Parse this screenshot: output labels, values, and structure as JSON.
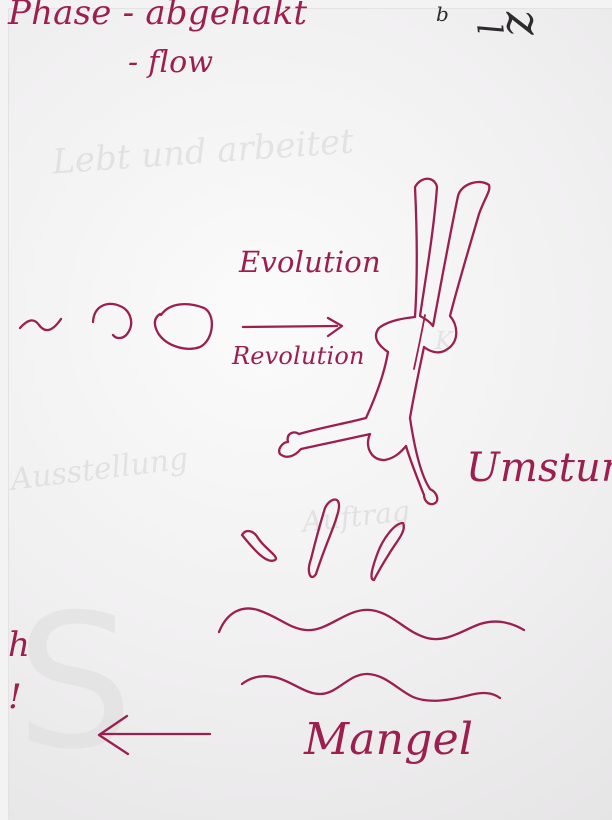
{
  "texts": {
    "phase_top": "Phase - abgehakt",
    "flow": "- flow",
    "evolution": "Evolution",
    "revolution": "Revolution",
    "umsturz": "Umsturz",
    "mangel": "Mangel",
    "left_partial_h": "h",
    "left_partial_exclaim": "!",
    "corner_b": "b",
    "corner_l": "l",
    "corner_z": "z",
    "ghost_a": "Lebt und arbeitet",
    "ghost_b": "Ausstellung",
    "ghost_c": "Auftrag",
    "ghost_d": "K",
    "ghost_big": "S"
  },
  "colors": {
    "ink": "#9b1f4f",
    "black_ink": "#2d2b2d",
    "paper": "#f4f3f3"
  }
}
